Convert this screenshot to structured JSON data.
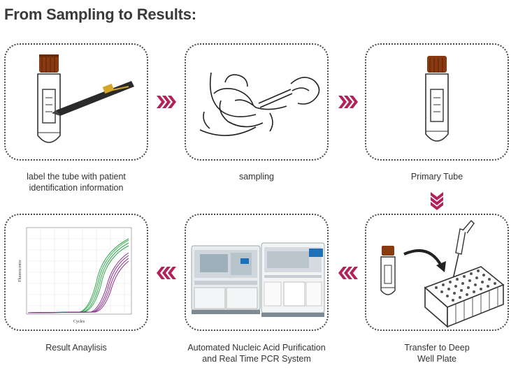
{
  "title": "From Sampling to Results:",
  "steps": [
    {
      "caption": "label the tube with patient\nidentification information"
    },
    {
      "caption": "sampling"
    },
    {
      "caption": "Primary Tube"
    },
    {
      "caption": "Transfer to Deep\nWell Plate"
    },
    {
      "caption": "Automated Nucleic Acid Purification\nand Real Time PCR System"
    },
    {
      "caption": "Result Anaylisis"
    }
  ],
  "chart": {
    "xlabel": "Cycles",
    "ylabel": "Fluorescence"
  },
  "colors": {
    "arrow": "#b3215a",
    "border": "#4a4a4a",
    "tube_cap": "#8a3a10",
    "curve_green": "#2fa84a",
    "curve_purple": "#8a2c8a"
  }
}
